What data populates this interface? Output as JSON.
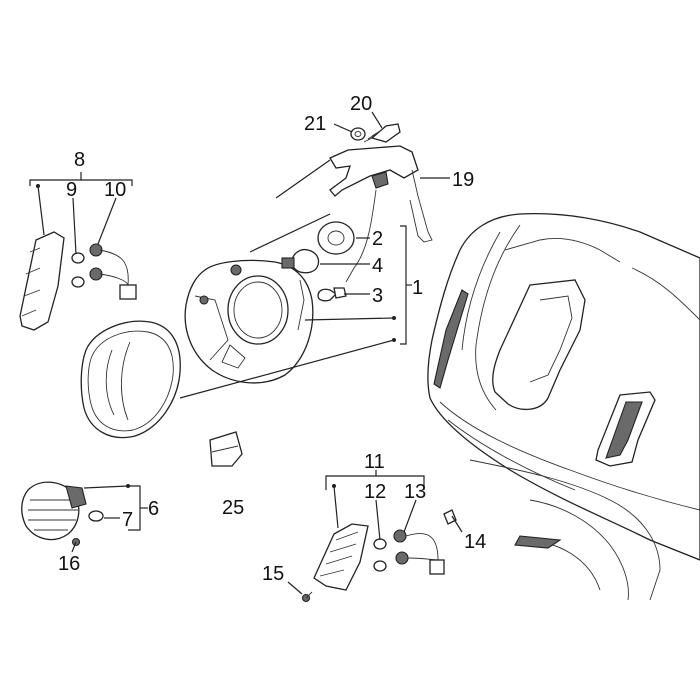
{
  "labels": [
    {
      "id": "p1",
      "text": "1"
    },
    {
      "id": "p2",
      "text": "2"
    },
    {
      "id": "p3",
      "text": "3"
    },
    {
      "id": "p4",
      "text": "4"
    },
    {
      "id": "p6",
      "text": "6"
    },
    {
      "id": "p7",
      "text": "7"
    },
    {
      "id": "p8",
      "text": "8"
    },
    {
      "id": "p9",
      "text": "9"
    },
    {
      "id": "p10",
      "text": "10"
    },
    {
      "id": "p11",
      "text": "11"
    },
    {
      "id": "p12",
      "text": "12"
    },
    {
      "id": "p13",
      "text": "13"
    },
    {
      "id": "p14",
      "text": "14"
    },
    {
      "id": "p15",
      "text": "15"
    },
    {
      "id": "p16",
      "text": "16"
    },
    {
      "id": "p19",
      "text": "19"
    },
    {
      "id": "p20",
      "text": "20"
    },
    {
      "id": "p21",
      "text": "21"
    },
    {
      "id": "p25",
      "text": "25"
    }
  ]
}
